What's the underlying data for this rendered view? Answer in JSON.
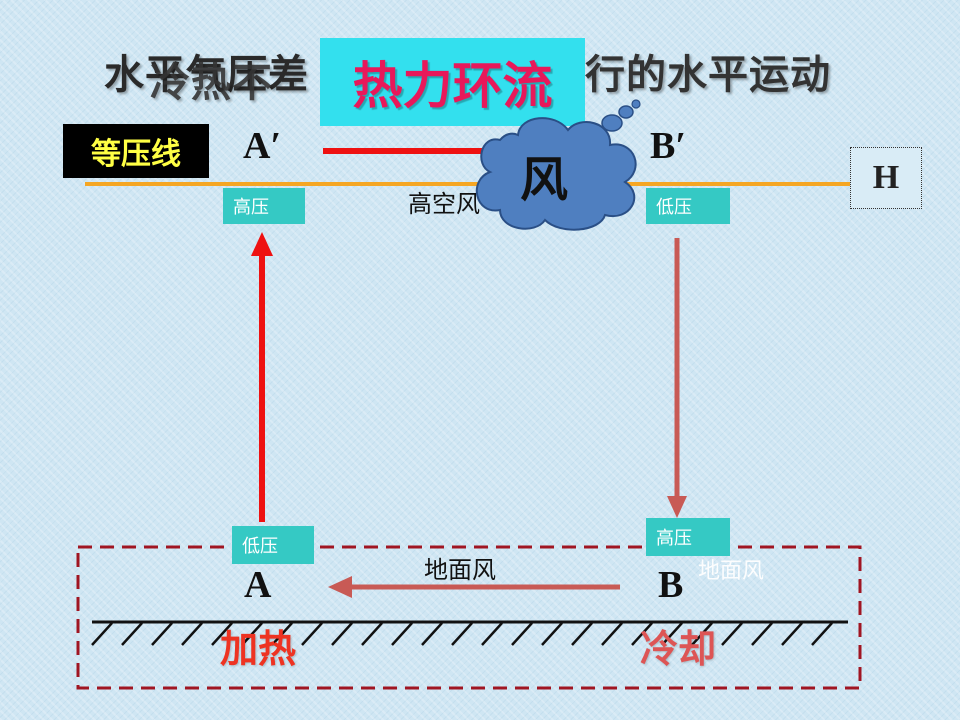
{
  "slide": {
    "title_behind_1": "水平气压差",
    "title_behind_2": "冷热不",
    "title_behind_3": "行的水平运动",
    "title": "热力环流",
    "isobar_label": "等压线",
    "point_a_upper": "A′",
    "point_b_upper": "B′",
    "point_a_ground": "A",
    "point_b_ground": "B",
    "h_label": "H",
    "upper_a_pressure": "高压",
    "upper_b_pressure": "低压",
    "ground_a_pressure": "低压",
    "ground_b_pressure": "高压",
    "upper_wind": "高空风",
    "cloud_text": "风",
    "surface_wind": "地面风",
    "surface_wind_ghost": "地面风",
    "heating": "加热",
    "cooling": "冷却"
  },
  "colors": {
    "title_box": "#33e0ee",
    "title_text": "#e8185a",
    "isobar": "#f5a623",
    "rise_arrow": "#ee1111",
    "sink_arrow": "#c85a55",
    "pressure_box": "#35c9c4",
    "cloud": "#4f7fc0",
    "dashed_box": "#a01522"
  }
}
